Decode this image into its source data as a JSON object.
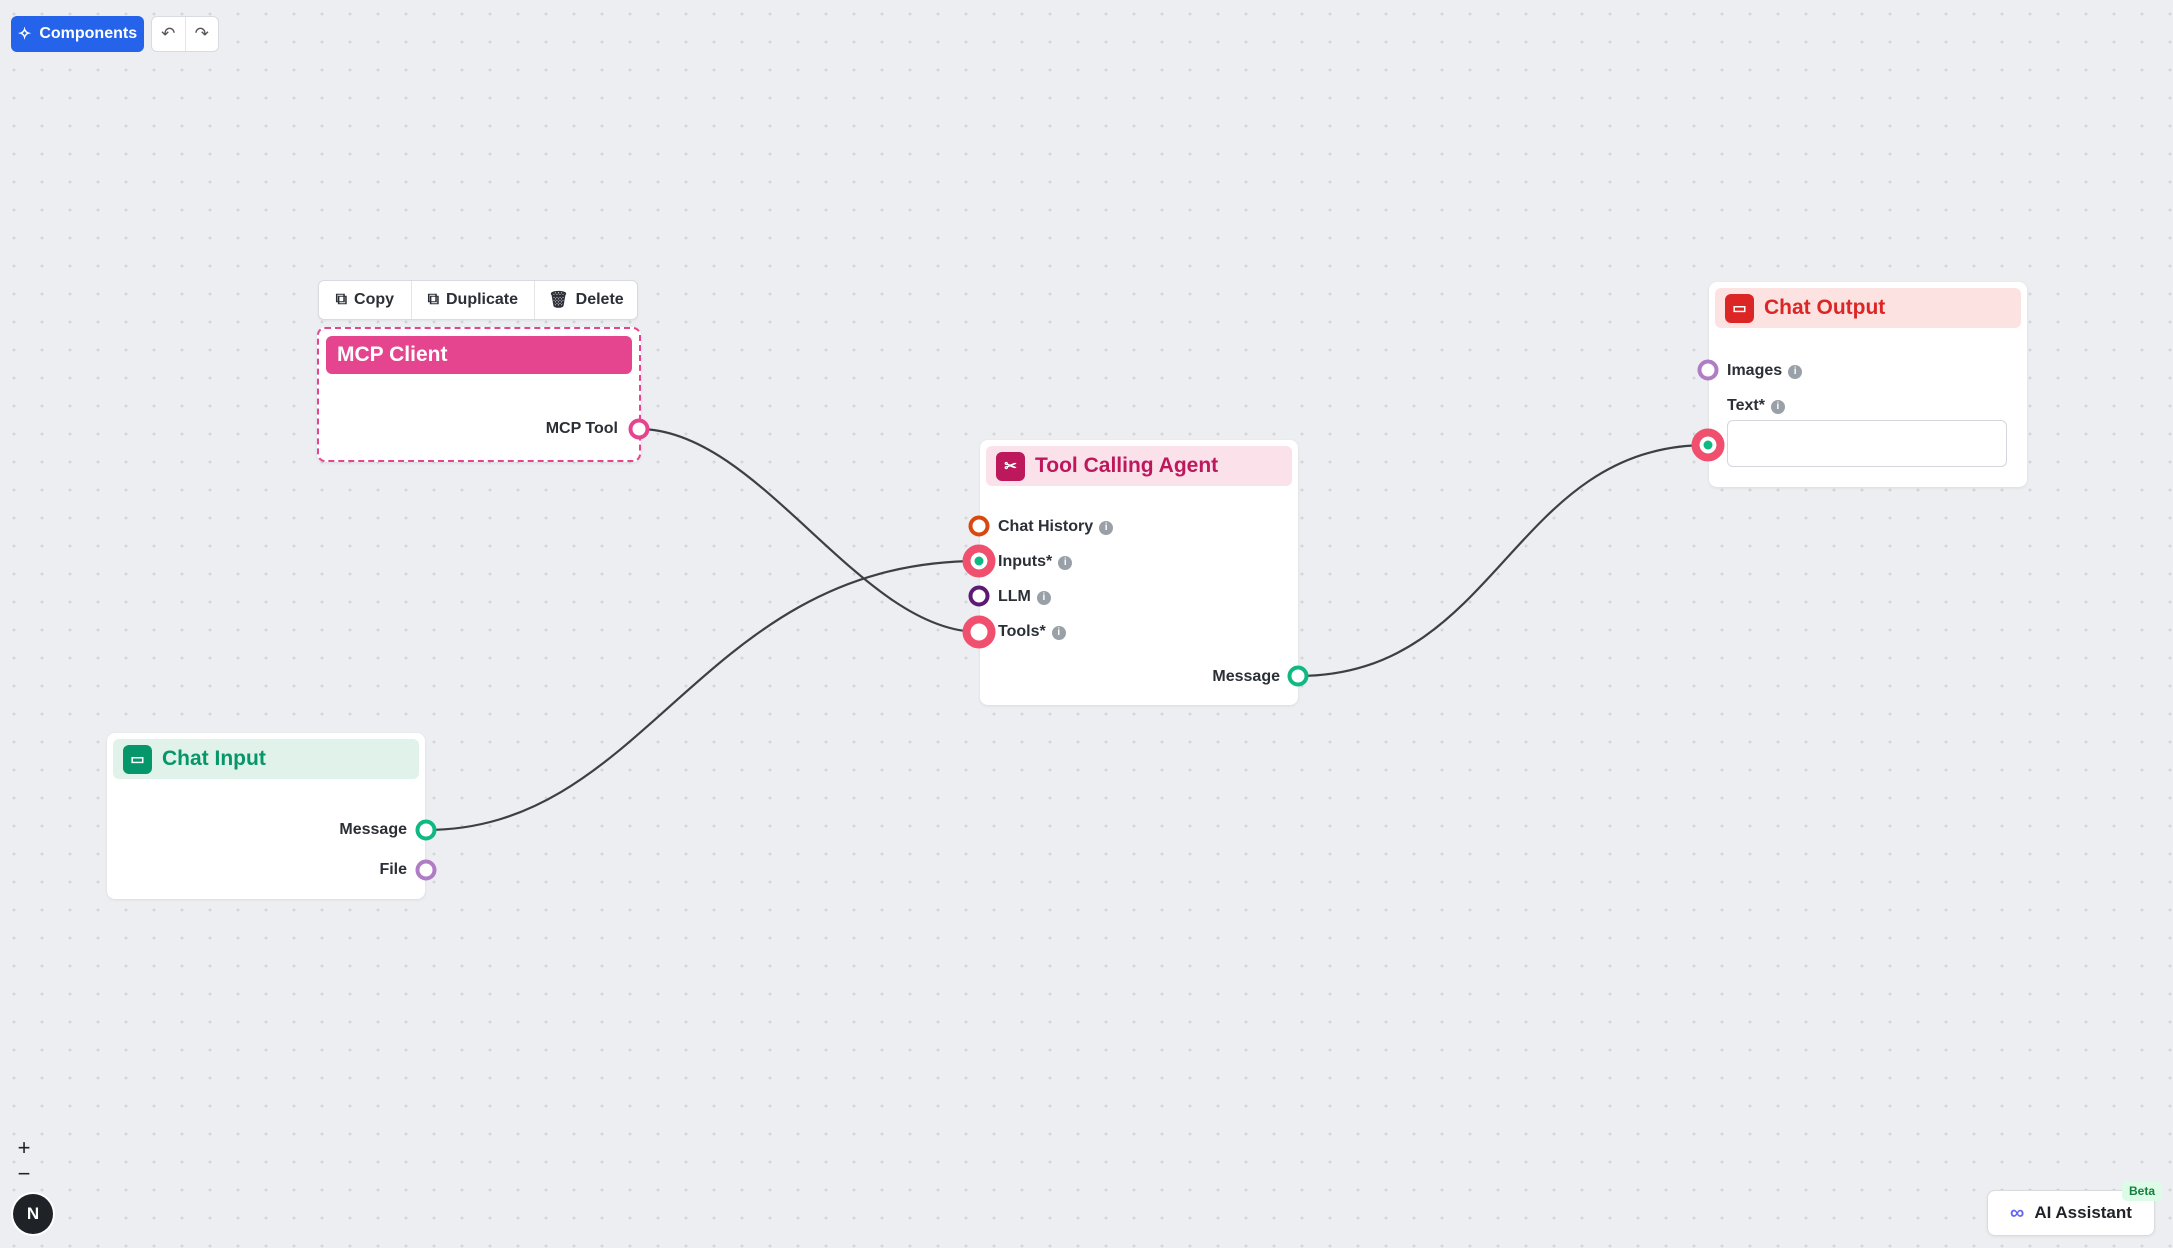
{
  "header": {
    "components_label": "Components",
    "undo_icon": "undo-icon",
    "redo_icon": "redo-icon"
  },
  "node_toolbar": {
    "copy_label": "Copy",
    "duplicate_label": "Duplicate",
    "delete_label": "Delete"
  },
  "nodes": {
    "mcp_client": {
      "title": "MCP Client",
      "color": "#e5458f",
      "outputs": [
        "MCP Tool"
      ]
    },
    "tool_calling_agent": {
      "title": "Tool Calling Agent",
      "color": "#be185d",
      "header_bg": "#fbe1ea",
      "inputs": [
        "Chat History",
        "Inputs*",
        "LLM",
        "Tools*"
      ],
      "outputs": [
        "Message"
      ]
    },
    "chat_output": {
      "title": "Chat Output",
      "color": "#dc2626",
      "header_bg": "#fde2e2",
      "inputs": [
        "Images",
        "Text*"
      ]
    },
    "chat_input": {
      "title": "Chat Input",
      "color": "#059669",
      "header_bg": "#e0f2ea",
      "outputs": [
        "Message",
        "File"
      ]
    }
  },
  "port_colors": {
    "message": "#10b981",
    "tool": "#e5458f",
    "history": "#d9480f",
    "llm": "#5b1a73",
    "file": "#b07cc6",
    "required": "#f0506e"
  },
  "zoom_controls": {
    "zoom_in": "+",
    "zoom_out": "−"
  },
  "user": {
    "avatar_initial": "N"
  },
  "assistant": {
    "label": "AI Assistant",
    "badge": "Beta"
  }
}
